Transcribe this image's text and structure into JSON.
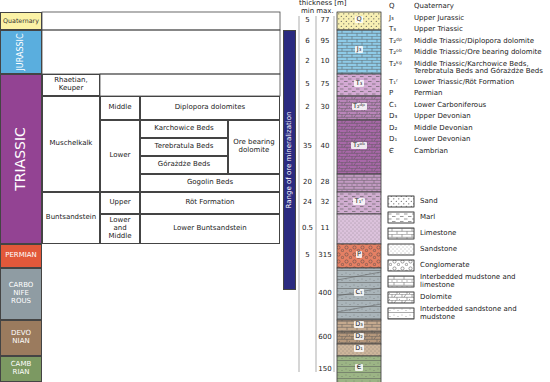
{
  "diagram": {
    "nodes": [
      {
        "text": [
          "Quaternary"
        ]
      },
      {
        "text": [
          "JURASSIC"
        ]
      },
      {
        "text": [
          "TRIASSIC"
        ]
      },
      {
        "text": [
          "Rhaetian, Keuper"
        ]
      },
      {
        "text": [
          "Muschelkalk"
        ]
      },
      {
        "text": [
          "Middle"
        ]
      },
      {
        "text": [
          "Diplopora dolomites"
        ]
      },
      {
        "text": [
          "Lower"
        ]
      },
      {
        "text": [
          "Karchowice Beds"
        ]
      },
      {
        "text": [
          "Terebratula Beds"
        ]
      },
      {
        "text": [
          "Górażdże Beds"
        ]
      },
      {
        "text": [
          "Ore bearing dolomite"
        ]
      },
      {
        "text": [
          "Gogolin Beds"
        ]
      },
      {
        "text": [
          "Buntsandstein"
        ]
      },
      {
        "text": [
          "Upper"
        ]
      },
      {
        "text": [
          "Röt Formation"
        ]
      },
      {
        "text": [
          "Lower and Middle"
        ]
      },
      {
        "text": [
          "Lower Buntsandstein"
        ]
      },
      {
        "text": [
          "Range of ore mineralization"
        ]
      },
      {
        "text": [
          "PERMIAN"
        ]
      },
      {
        "text": [
          "CARBO NIFE ROUS"
        ]
      },
      {
        "text": [
          "DEVO NIAN"
        ]
      },
      {
        "text": [
          "CAMB RIAN"
        ]
      }
    ],
    "labels": [
      "thickness [m]",
      "min",
      "max.",
      "5",
      "77",
      "6",
      "95",
      "2",
      "10",
      "5",
      "75",
      "2",
      "30",
      "35",
      "40",
      "20",
      "28",
      "24",
      "32",
      "0.5",
      "11",
      "5",
      "315",
      "400",
      "600",
      "150",
      "Q",
      "J₃",
      "T₃",
      "T₂ᵈᵖ",
      "T₂ᵒᵇ",
      "T₁ʳ",
      "P",
      "C₁",
      "D₃",
      "D₂",
      "D₁",
      "Є",
      "Q",
      "Quaternary",
      "J₃",
      "Upper Jurassic",
      "T₃",
      "Upper Triassic",
      "T₂ᵈᵖ",
      "Middle Triassic/Diplopora dolomite",
      "T₂ᵒᵇ",
      "Middle Triassic/Ore bearing dolomite",
      "T₂ᵏᵍ",
      "Middle Triassic/Karchowice Beds, Terebratula Beds and Górażdże Beds",
      "T₁ʳ",
      "Lower Triassic/Röt Formation",
      "P",
      "Permian",
      "C₁",
      "Lower Carboniferous",
      "D₃",
      "Upper Devonian",
      "D₂",
      "Middle Devonian",
      "D₁",
      "Lower Devonian",
      "Є",
      "Cambrian"
    ],
    "legend": [
      {
        "text": "Sand"
      },
      {
        "text": "Marl"
      },
      {
        "text": "Limestone"
      },
      {
        "text": "Sandstone"
      },
      {
        "text": "Conglomerate"
      },
      {
        "text": "Interbedded mudstone and limestone"
      },
      {
        "text": "Dolomite"
      },
      {
        "text": "Interbedded sandstone and mudstone"
      }
    ]
  }
}
